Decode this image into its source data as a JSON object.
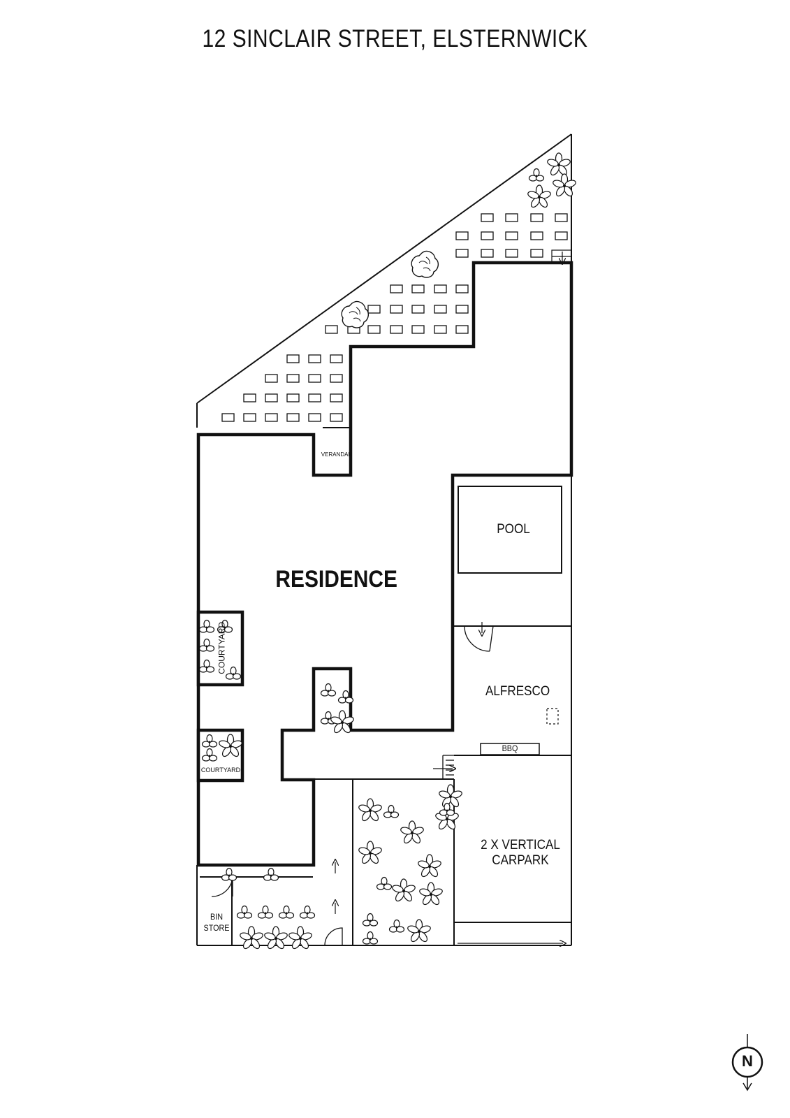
{
  "title": "12 SINCLAIR STREET, ELSTERNWICK",
  "rooms": {
    "residence": "RESIDENCE",
    "pool": "POOL",
    "alfresco": "ALFRESCO",
    "bbq": "BBQ",
    "carpark_line1": "2 X VERTICAL",
    "carpark_line2": "CARPARK",
    "verandah": "VERANDAH",
    "courtyard_upper": "COURTYARD",
    "courtyard_lower": "COURTYARD",
    "bin_line1": "BIN",
    "bin_line2": "STORE"
  },
  "compass": {
    "letter": "N"
  },
  "icons": {
    "compass": "north-arrow-icon",
    "plant": "plant-icon",
    "tree": "tree-icon",
    "paver": "paver-icon",
    "arrow": "direction-arrow-icon"
  }
}
